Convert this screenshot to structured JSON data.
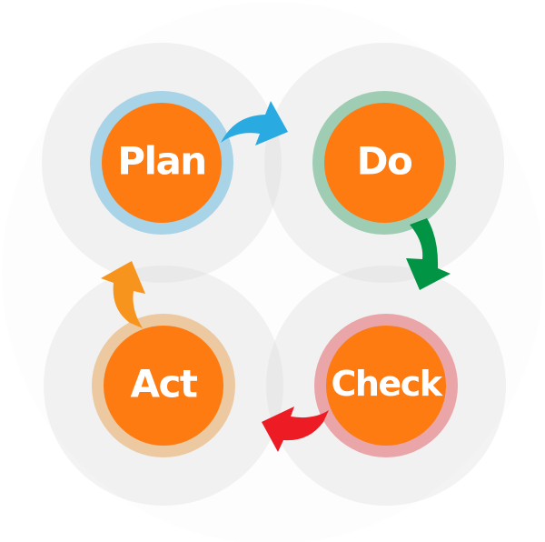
{
  "stages": [
    {
      "label": "Plan",
      "ring_color": "#a9d3e6"
    },
    {
      "label": "Do",
      "ring_color": "#9fcdb4"
    },
    {
      "label": "Check",
      "ring_color": "#eaa5a9"
    },
    {
      "label": "Act",
      "ring_color": "#ecc9a0"
    }
  ],
  "fill_color": "#fd7b11",
  "arrows": [
    {
      "from": "Plan",
      "to": "Do",
      "color": "#29abe2"
    },
    {
      "from": "Do",
      "to": "Check",
      "color": "#009444"
    },
    {
      "from": "Check",
      "to": "Act",
      "color": "#ed1c24"
    },
    {
      "from": "Act",
      "to": "Plan",
      "color": "#f7941d"
    }
  ]
}
